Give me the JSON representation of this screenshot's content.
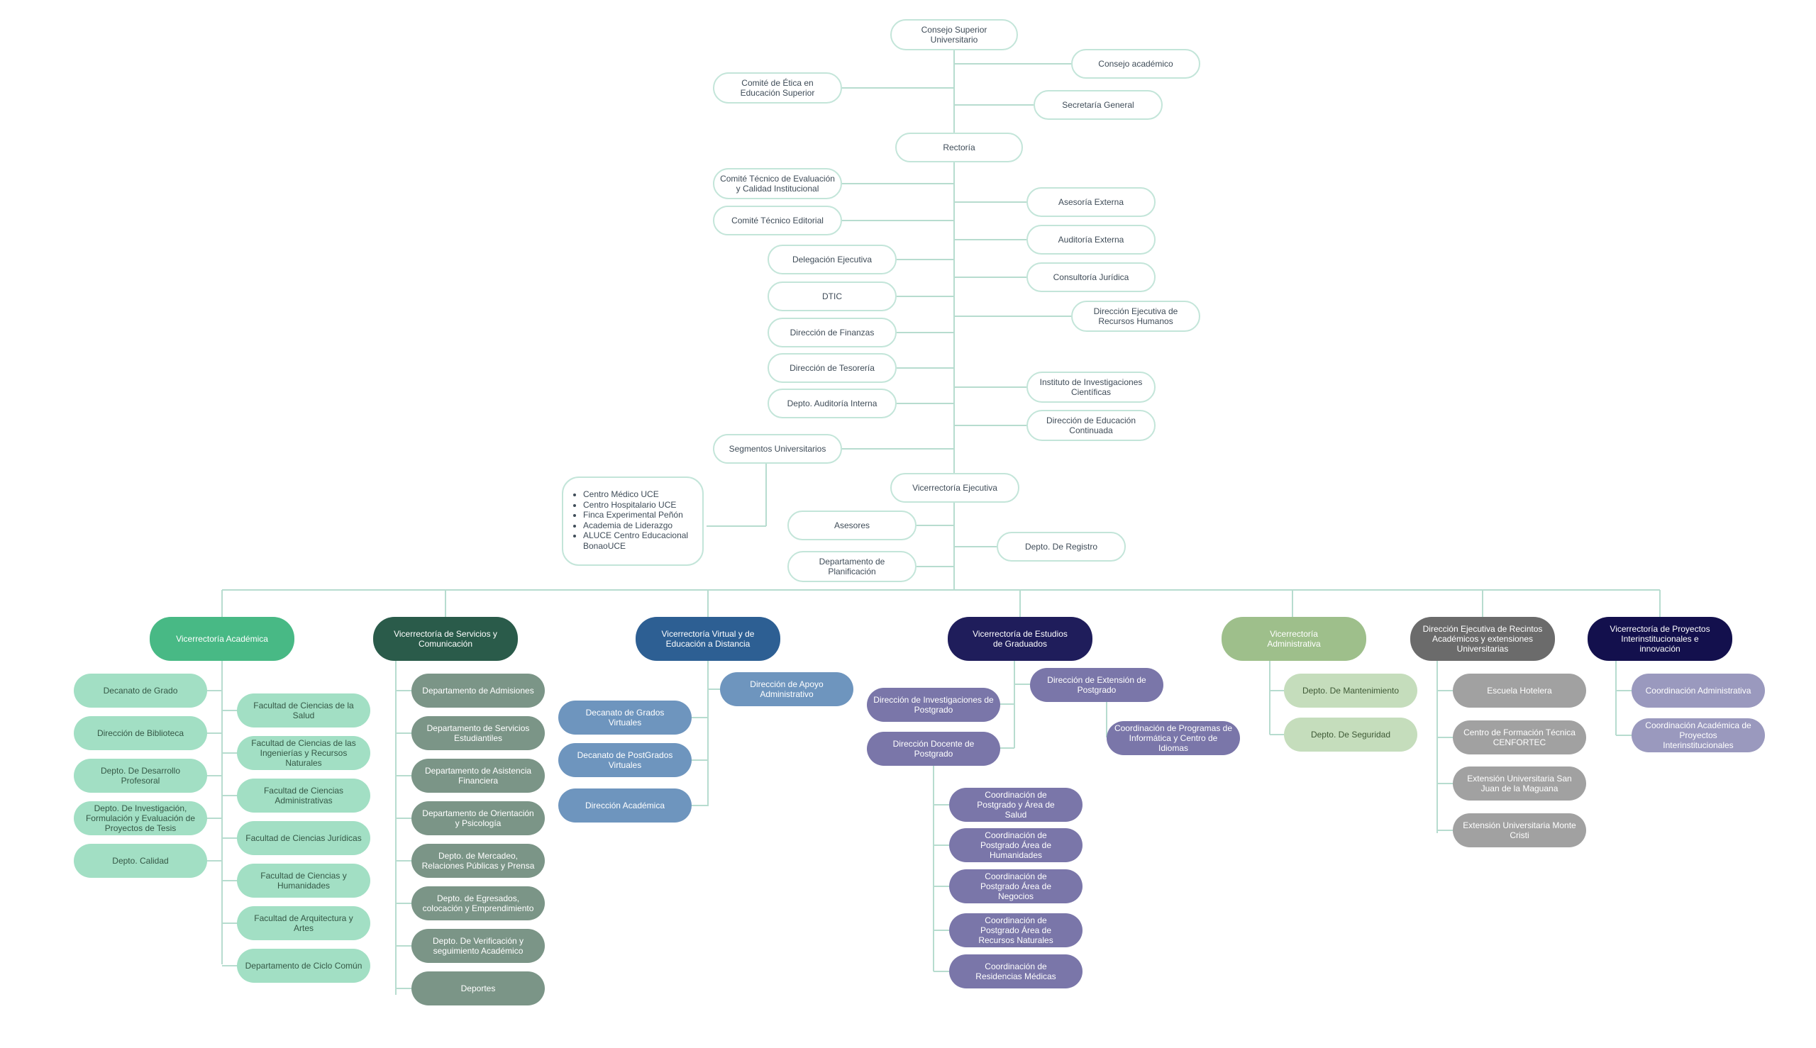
{
  "colors": {
    "line": "#b7dccf",
    "outline_border": "#c3e5d9",
    "outline_text": "#3f4c58",
    "academica_head": "#48b985",
    "academica_child": "#a2dfc4",
    "servicios_head": "#2a5b4a",
    "servicios_child": "#7b9587",
    "virtual_head": "#2d5f93",
    "virtual_child": "#6e95be",
    "graduados_head": "#1f1d5b",
    "graduados_child": "#7a76a9",
    "administrativa_head": "#9ebf8b",
    "administrativa_child": "#c5ddbc",
    "recintos_head": "#6b6b6b",
    "recintos_child": "#a1a1a1",
    "proyectos_head": "#13104d",
    "proyectos_child": "#9a99be"
  },
  "top": {
    "consejo_superior": "Consejo Superior Universitario",
    "consejo_academico": "Consejo académico",
    "comite_etica": "Comité de Ética en Educación Superior",
    "secretaria_general": "Secretaría General",
    "rectoria": "Rectoría",
    "comite_evaluacion": "Comité Técnico de Evaluación y Calidad Institucional",
    "comite_editorial": "Comité Técnico Editorial",
    "asesoria_externa": "Asesoría Externa",
    "auditoria_externa": "Auditoría Externa",
    "delegacion_ejecutiva": "Delegación Ejecutiva",
    "consultoria_juridica": "Consultoría Jurídica",
    "dtic": "DTIC",
    "rrhh": "Dirección Ejecutiva de Recursos Humanos",
    "finanzas": "Dirección de Finanzas",
    "tesoreria": "Dirección de Tesorería",
    "instituto": "Instituto de Investigaciones Científicas",
    "auditoria_interna": "Depto. Auditoría Interna",
    "educacion_continuada": "Dirección de Educación Continuada",
    "segmentos": "Segmentos Universitarios",
    "segmentos_list": [
      "Centro Médico UCE",
      "Centro Hospitalario UCE",
      "Finca Experimental Peñón",
      "Academia de Liderazgo",
      "ALUCE Centro Educacional BonaoUCE"
    ],
    "vicerrectoria_ejecutiva": "Vicerrectoría Ejecutiva",
    "asesores": "Asesores",
    "registro": "Depto. De Registro",
    "planificacion": "Departamento de Planificación"
  },
  "vicerrectorias": {
    "academica": {
      "title": "Vicerrectoría Académica",
      "left": [
        "Decanato de Grado",
        "Dirección de Biblioteca",
        "Depto. De Desarrollo Profesoral",
        "Depto. De Investigación, Formulación y Evaluación de Proyectos de Tesis",
        "Depto. Calidad"
      ],
      "right": [
        "Facultad de Ciencias de la Salud",
        "Facultad de Ciencias de las Ingenierías y Recursos Naturales",
        "Facultad de Ciencias Administrativas",
        "Facultad de Ciencias Jurídicas",
        "Facultad de Ciencias y Humanidades",
        "Facultad de Arquitectura y Artes",
        "Departamento de Ciclo Común"
      ]
    },
    "servicios": {
      "title": "Vicerrectoría de Servicios y Comunicación",
      "items": [
        "Departamento de Admisiones",
        "Departamento de Servicios Estudiantiles",
        "Departamento de Asistencia Financiera",
        "Departamento de Orientación y Psicología",
        "Depto. de Mercadeo, Relaciones Públicas y Prensa",
        "Depto. de Egresados, colocación y Emprendimiento",
        "Depto. De Verificación y seguimiento Académico",
        "Deportes"
      ]
    },
    "virtual": {
      "title": "Vicerrectoría Virtual y de Educación a Distancia",
      "apoyo": "Dirección de Apoyo Administrativo",
      "items": [
        "Decanato de Grados Virtuales",
        "Decanato de PostGrados Virtuales",
        "Dirección Académica"
      ]
    },
    "graduados": {
      "title": "Vicerrectoría de Estudios de Graduados",
      "investigaciones": "Dirección de Investigaciones de Postgrado",
      "extension": "Dirección de Extensión de Postgrado",
      "coordinacion_programas": "Coordinación de Programas de Informática y Centro de Idiomas",
      "docente": "Dirección Docente de Postgrado",
      "coordinaciones": [
        "Coordinación de Postgrado y Área de Salud",
        "Coordinación de Postgrado Área de Humanidades",
        "Coordinación de Postgrado Área de Negocios",
        "Coordinación de Postgrado Área de Recursos Naturales",
        "Coordinación de Residencias Médicas"
      ]
    },
    "administrativa": {
      "title": "Vicerrectoría Administrativa",
      "items": [
        "Depto. De Mantenimiento",
        "Depto. De Seguridad"
      ]
    },
    "recintos": {
      "title": "Dirección Ejecutiva de Recintos Académicos y extensiones Universitarias",
      "items": [
        "Escuela Hotelera",
        "Centro de Formación Técnica CENFORTEC",
        "Extensión Universitaria San Juan de la Maguana",
        "Extensión Universitaria Monte Cristi"
      ]
    },
    "proyectos": {
      "title": "Vicerrectoría de Proyectos Interinstitucionales e innovación",
      "items": [
        "Coordinación Administrativa",
        "Coordinación Académica de Proyectos Interinstitucionales"
      ]
    }
  }
}
